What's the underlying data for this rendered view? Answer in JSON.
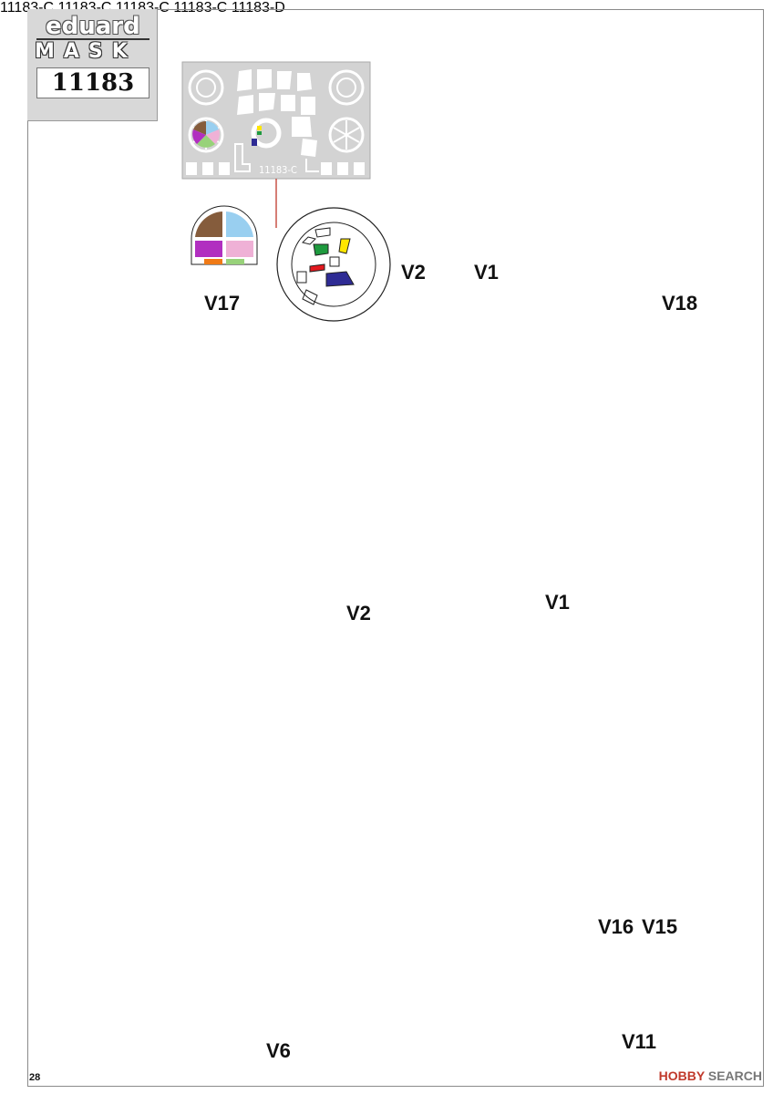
{
  "brand": {
    "name": "eduard",
    "product": "MASK",
    "code": "11183"
  },
  "sheet_codes": {
    "c": "11183-C",
    "d": "11183-D"
  },
  "labels": {
    "v17": "V17",
    "v2_top": "V2",
    "v1_top": "V1",
    "v18": "V18",
    "v2_mid": "V2",
    "v1_mid": "V1",
    "v6": "V6",
    "v16": "V16",
    "v15": "V15",
    "v11": "V11"
  },
  "page_number": "28",
  "watermark": {
    "logo": "HOBBY",
    "text": "SEARCH"
  },
  "colors": {
    "purple": "#b12fc0",
    "brown": "#855c3c",
    "light_blue": "#99cff0",
    "pink": "#efb1d6",
    "orange": "#f07a16",
    "green": "#1e9a3e",
    "yellow": "#ffe600",
    "navy": "#2e2b94",
    "red": "#e3191f",
    "light_green": "#98d27a",
    "sheet_gray": "#d3d3d3",
    "lead_line": "#c0392b"
  }
}
